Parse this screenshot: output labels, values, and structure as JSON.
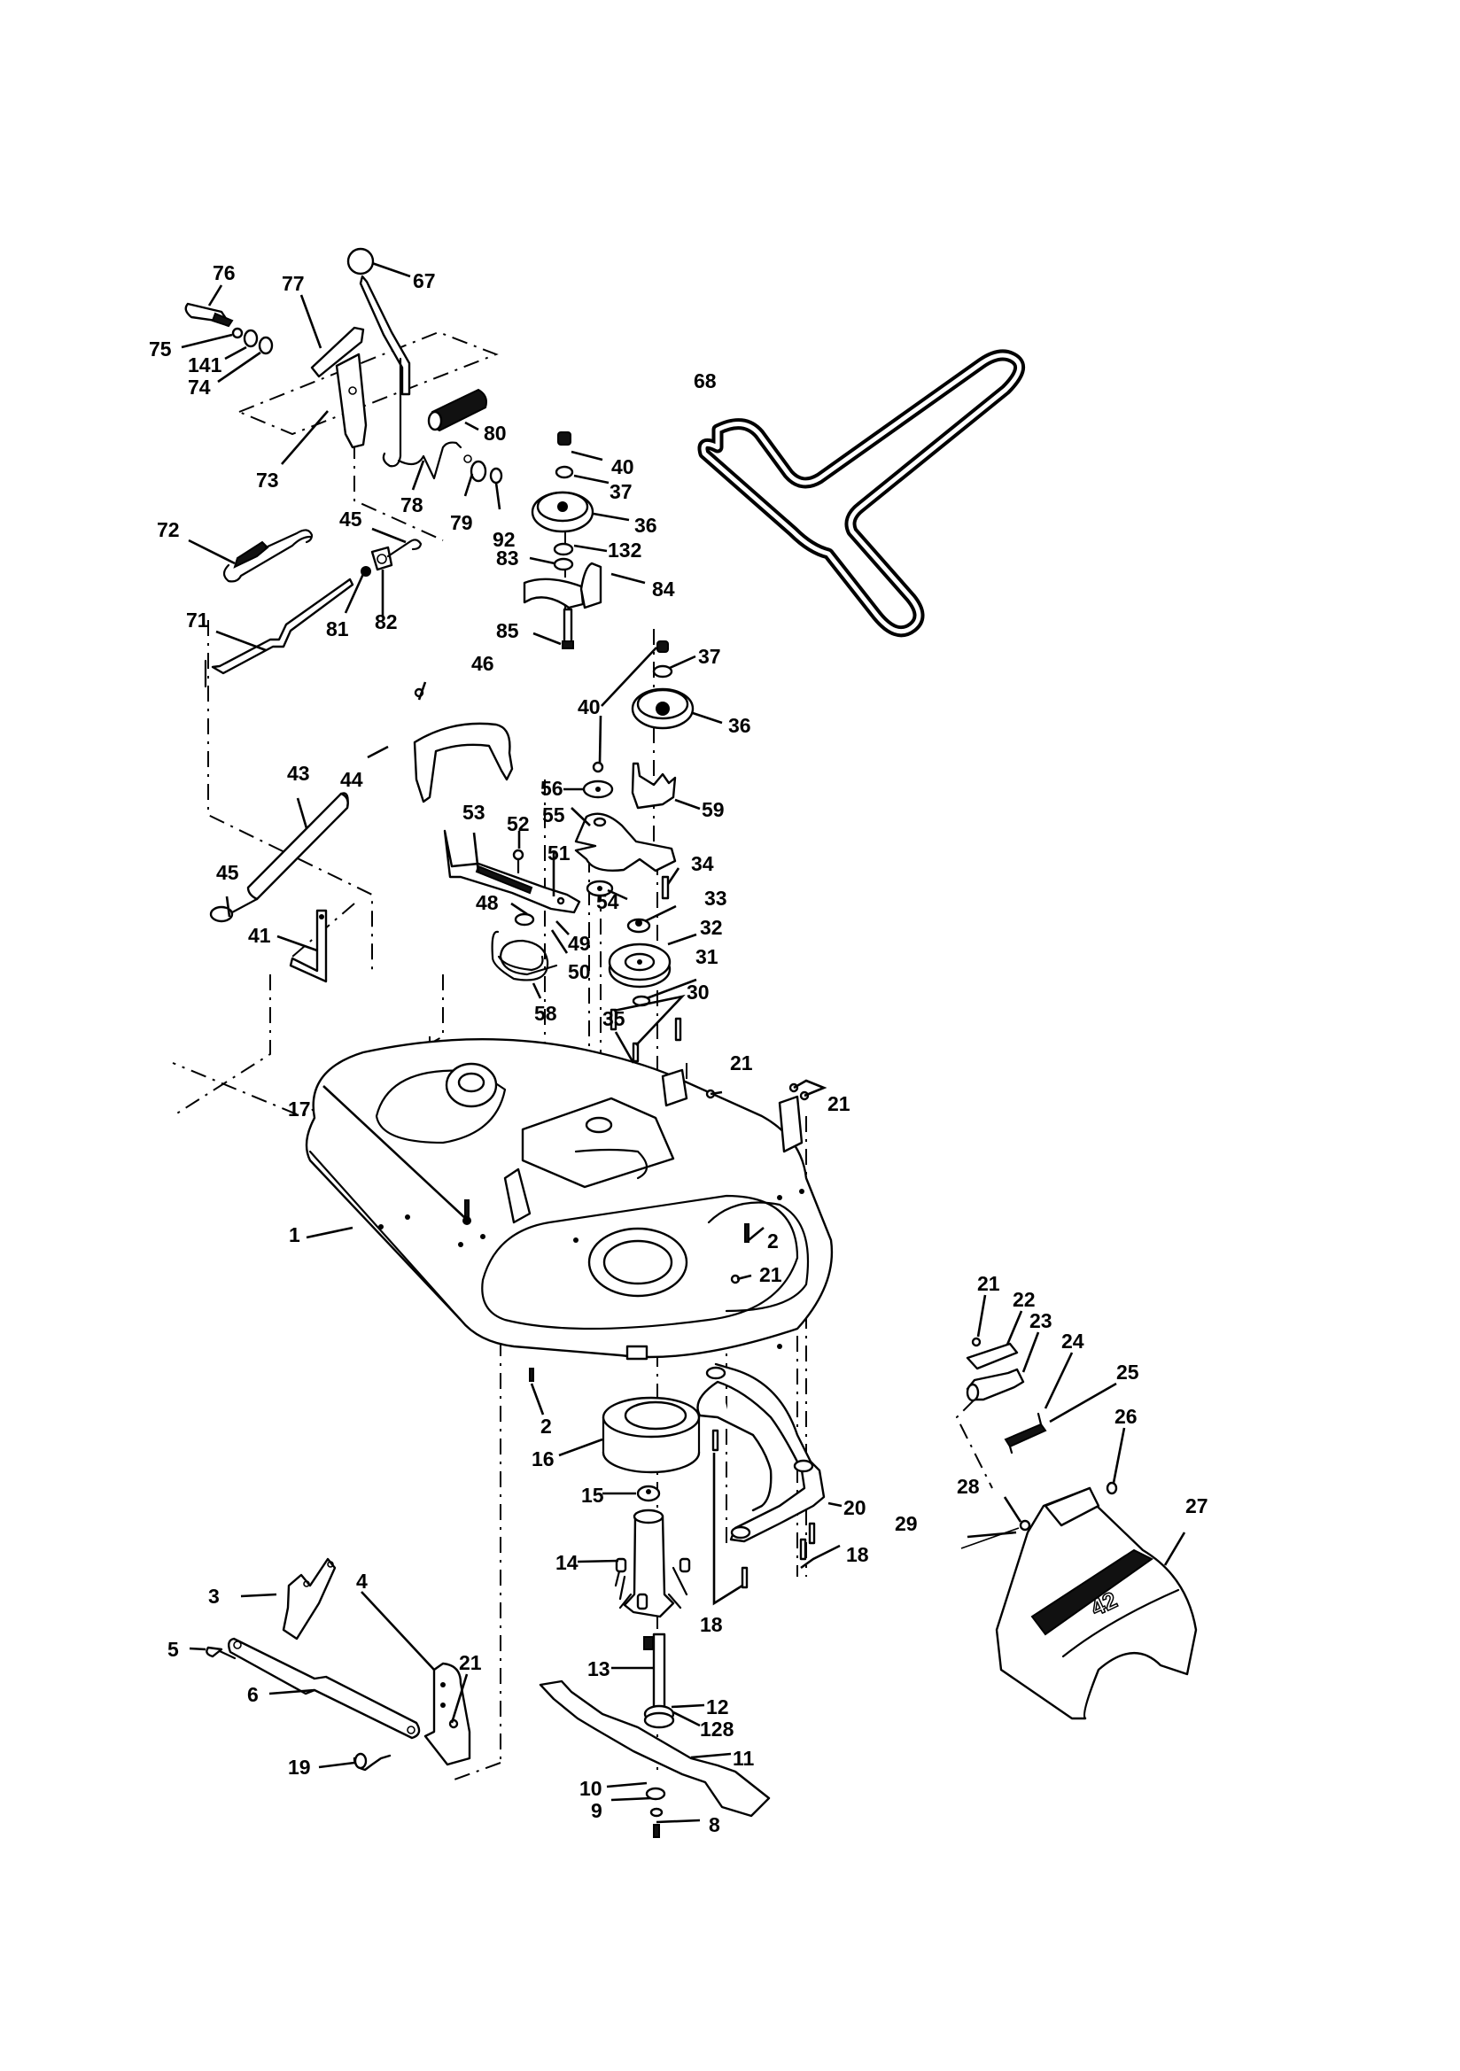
{
  "document": {
    "type": "exploded-parts-diagram",
    "subject": "Mower deck assembly",
    "colors": {
      "ink": "#000000",
      "paper": "#ffffff"
    }
  },
  "callouts": {
    "p1": "1",
    "p2a": "2",
    "p2b": "2",
    "p3": "3",
    "p4": "4",
    "p5": "5",
    "p6": "6",
    "p8": "8",
    "p9": "9",
    "p10": "10",
    "p11": "11",
    "p12": "12",
    "p128": "128",
    "p13": "13",
    "p14": "14",
    "p15": "15",
    "p16": "16",
    "p17": "17",
    "p18a": "18",
    "p18b": "18",
    "p19": "19",
    "p20": "20",
    "p21a": "21",
    "p21b": "21",
    "p21c": "21",
    "p21d": "21",
    "p21e": "21",
    "p22": "22",
    "p23": "23",
    "p24": "24",
    "p25": "25",
    "p26": "26",
    "p27": "27",
    "p28": "28",
    "p29": "29",
    "p30": "30",
    "p31": "31",
    "p32": "32",
    "p33": "33",
    "p34": "34",
    "p35": "35",
    "p36a": "36",
    "p36b": "36",
    "p37a": "37",
    "p37b": "37",
    "p40a": "40",
    "p40b": "40",
    "p41": "41",
    "p43": "43",
    "p44": "44",
    "p45a": "45",
    "p45b": "45",
    "p46": "46",
    "p48": "48",
    "p49": "49",
    "p50": "50",
    "p51": "51",
    "p52": "52",
    "p53": "53",
    "p54": "54",
    "p55": "55",
    "p56": "56",
    "p58": "58",
    "p59": "59",
    "p67": "67",
    "p68": "68",
    "p71": "71",
    "p72": "72",
    "p73": "73",
    "p74": "74",
    "p75": "75",
    "p76": "76",
    "p77": "77",
    "p78": "78",
    "p79": "79",
    "p80": "80",
    "p81": "81",
    "p82": "82",
    "p83": "83",
    "p84": "84",
    "p85": "85",
    "p92": "92",
    "p132": "132",
    "p141": "141"
  },
  "decal_text": "42"
}
